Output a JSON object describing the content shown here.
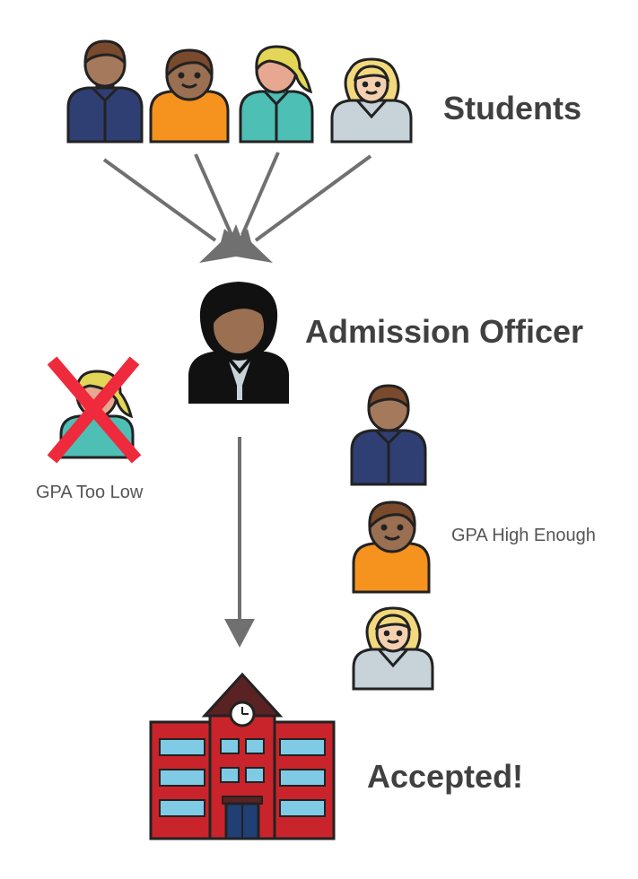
{
  "labels": {
    "students": "Students",
    "officer": "Admission Officer",
    "accepted": "Accepted!",
    "gpa_too_low": "GPA Too Low",
    "gpa_high_enough": "GPA High Enough"
  },
  "colors": {
    "arrow": "#707070",
    "outline": "#222222",
    "skin_light": "#a57a5c",
    "skin_medium": "#9a6f52",
    "skin_pink": "#e7a891",
    "skin_pale": "#f5d0b0",
    "hair_brown": "#7a4a2c",
    "hair_blonde": "#e3d657",
    "hair_yellow": "#f3d97d",
    "shirt_navy": "#2f3f73",
    "shirt_orange": "#f6921e",
    "shirt_teal": "#4dbfb5",
    "shirt_grey": "#c7d2d9",
    "reject_x": "#ee2a3c",
    "building_red": "#c9242b",
    "building_roof": "#5a2222",
    "window_blue": "#7fcbe5",
    "door_blue": "#1f3f75"
  }
}
